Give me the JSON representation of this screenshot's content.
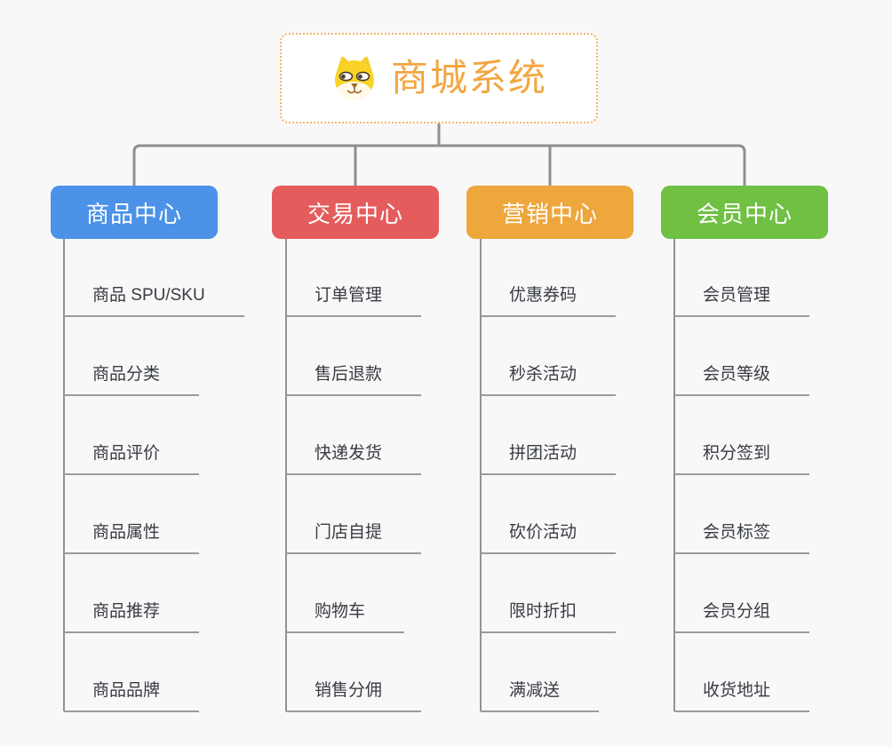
{
  "root": {
    "title": "商城系统",
    "icon": "dog-face"
  },
  "branches": [
    {
      "label": "商品中心",
      "color": "#4B92E8",
      "items": [
        "商品 SPU/SKU",
        "商品分类",
        "商品评价",
        "商品属性",
        "商品推荐",
        "商品品牌"
      ]
    },
    {
      "label": "交易中心",
      "color": "#E55C5C",
      "items": [
        "订单管理",
        "售后退款",
        "快递发货",
        "门店自提",
        "购物车",
        "销售分佣"
      ]
    },
    {
      "label": "营销中心",
      "color": "#EDA73C",
      "items": [
        "优惠券码",
        "秒杀活动",
        "拼团活动",
        "砍价活动",
        "限时折扣",
        "满减送"
      ]
    },
    {
      "label": "会员中心",
      "color": "#6FC043",
      "items": [
        "会员管理",
        "会员等级",
        "积分签到",
        "会员标签",
        "会员分组",
        "收货地址"
      ]
    }
  ],
  "colors": {
    "canvas_bg": "#F8F8F9",
    "root_text": "#F2A640",
    "root_border": "#EDB968",
    "connector": "#8F8F8F",
    "spine": "#929292",
    "item_line": "#9B9B9B",
    "item_text": "#383C42",
    "header_text": "#FFFFFF"
  }
}
